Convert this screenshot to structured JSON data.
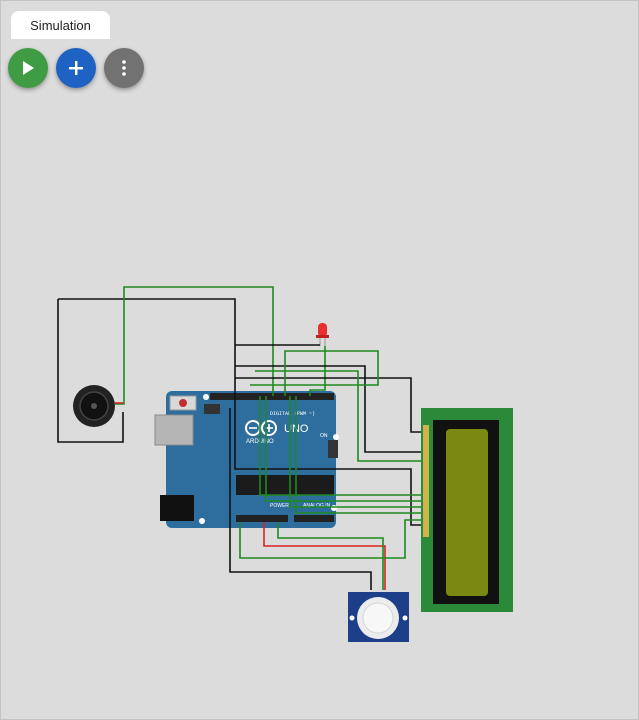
{
  "tab": {
    "label": "Simulation"
  },
  "toolbar": {
    "play_icon": "play-icon",
    "add_icon": "plus-icon",
    "more_icon": "vertical-dots-icon"
  },
  "board": {
    "brand": "ARDUINO",
    "model": "UNO",
    "digital_label": "DIGITAL (PWM ~)",
    "power_label": "POWER",
    "analog_label": "ANALOG IN",
    "on_label": "ON"
  },
  "colors": {
    "board": "#2e6e9e",
    "lcd_pcb": "#2a8a3a",
    "lcd_screen": "#7a8a10",
    "wire_green": "#1f8a1f",
    "wire_black": "#111111",
    "wire_red": "#dd2222",
    "led": "#e83030"
  }
}
